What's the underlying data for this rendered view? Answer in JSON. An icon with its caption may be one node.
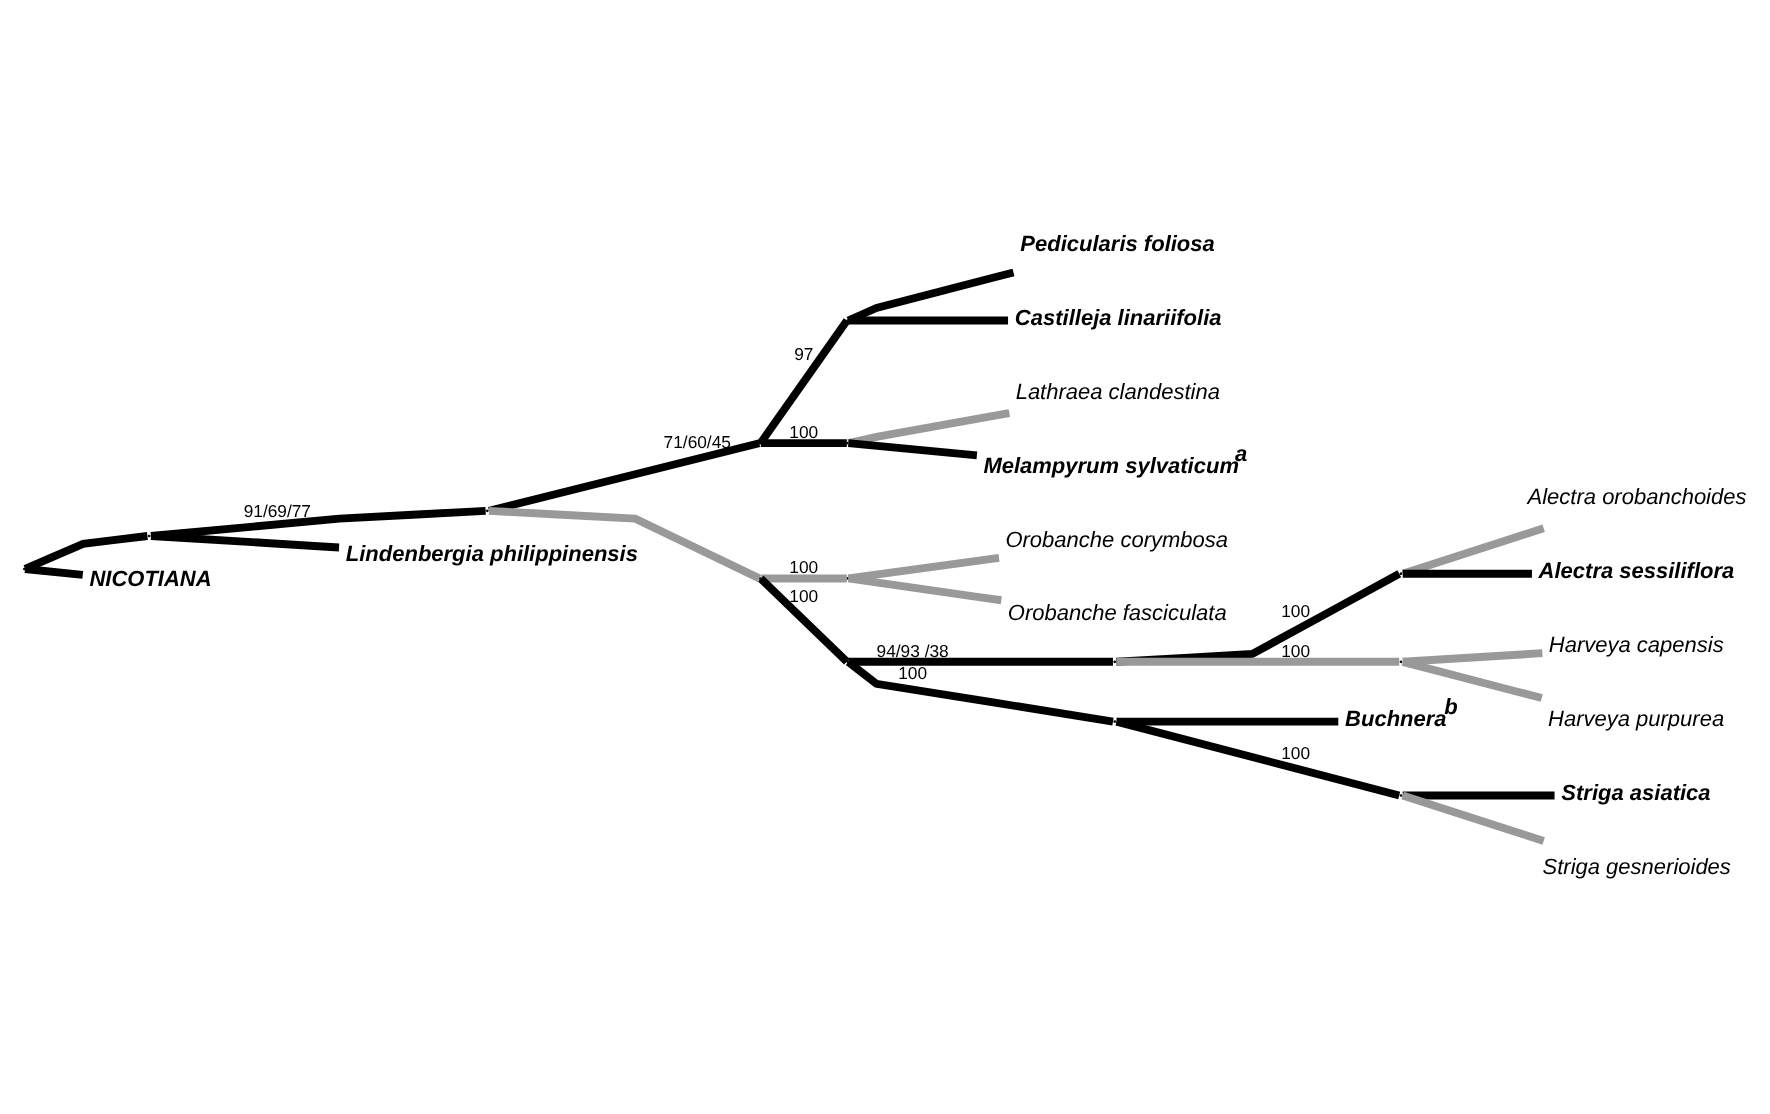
{
  "diagram": {
    "nodes": [
      {
        "text": [
          "Pedicularis foliosa"
        ]
      },
      {
        "text": [
          "Castilleja linariifolia"
        ]
      },
      {
        "text": [
          "Lathraea clandestina"
        ]
      },
      {
        "text": [
          "Melampyrum sylvaticum$^{a}$"
        ]
      },
      {
        "text": [
          "Orobanche corymbosa"
        ]
      },
      {
        "text": [
          "Orobanche fasciculata"
        ]
      },
      {
        "text": [
          "Alectra orobanchoides"
        ]
      },
      {
        "text": [
          "Alectra sessiliflora"
        ]
      },
      {
        "text": [
          "Harveya capensis"
        ]
      },
      {
        "text": [
          "Harveya purpurea"
        ]
      },
      {
        "text": [
          "Buchnera$^{b}$"
        ]
      },
      {
        "text": [
          "Striga asiatica"
        ]
      },
      {
        "text": [
          "Striga gesnerioides"
        ]
      },
      {
        "text": [
          "Lindenbergia philippinensis"
        ]
      },
      {
        "text": [
          "NICOTIANA"
        ]
      },
      {
        "text": [],
        "shape": "point"
      },
      {
        "text": [],
        "shape": "point"
      },
      {
        "text": [],
        "shape": "point"
      },
      {
        "text": [],
        "shape": "point"
      },
      {
        "text": [],
        "shape": "point"
      },
      {
        "text": [],
        "shape": "point"
      },
      {
        "text": [],
        "shape": "point"
      },
      {
        "text": [],
        "shape": "point"
      },
      {
        "text": [],
        "shape": "point"
      },
      {
        "text": [],
        "shape": "point"
      },
      {
        "text": [],
        "shape": "point"
      },
      {
        "text": [],
        "shape": "point"
      },
      {
        "text": [],
        "shape": "point"
      },
      {
        "text": [],
        "shape": "point"
      }
    ],
    "edges": [
      {
        "from": 15,
        "to": 16,
        "arrow": "none"
      },
      {
        "from": 16,
        "to": 17,
        "arrow": "none",
        "label": "91/69/77"
      },
      {
        "from": 17,
        "to": 18,
        "arrow": "none",
        "label": "71/60/45"
      },
      {
        "from": 18,
        "to": 19,
        "arrow": "none",
        "label": "97"
      },
      {
        "from": 19,
        "to": 0,
        "arrow": "none"
      },
      {
        "from": 19,
        "to": 1,
        "arrow": "none"
      },
      {
        "from": 18,
        "to": 20,
        "arrow": "none",
        "label": "100"
      },
      {
        "from": 20,
        "to": 2,
        "arrow": "none",
        "color": "#999999"
      },
      {
        "from": 20,
        "to": 3,
        "arrow": "none"
      },
      {
        "from": 17,
        "to": 21,
        "arrow": "none",
        "color": "#999999"
      },
      {
        "from": 21,
        "to": 22,
        "arrow": "none",
        "label": "100",
        "color": "#999999"
      },
      {
        "from": 22,
        "to": 4,
        "arrow": "none",
        "color": "#999999"
      },
      {
        "from": 22,
        "to": 5,
        "arrow": "none",
        "color": "#999999"
      },
      {
        "from": 21,
        "to": 23,
        "arrow": "none",
        "label": "100"
      },
      {
        "from": 23,
        "to": 24,
        "arrow": "none",
        "label": "94/93 /38"
      },
      {
        "from": 24,
        "to": 25,
        "arrow": "none",
        "label": "100"
      },
      {
        "from": 25,
        "to": 6,
        "arrow": "none",
        "color": "#999999"
      },
      {
        "from": 25,
        "to": 7,
        "arrow": "none"
      },
      {
        "from": 24,
        "to": 26,
        "arrow": "none",
        "label": "100",
        "color": "#999999"
      },
      {
        "from": 26,
        "to": 8,
        "arrow": "none",
        "color": "#999999"
      },
      {
        "from": 26,
        "to": 9,
        "arrow": "none",
        "color": "#999999"
      },
      {
        "from": 23,
        "to": 27,
        "arrow": "none",
        "label": "100"
      },
      {
        "from": 27,
        "to": 10,
        "arrow": "none"
      },
      {
        "from": 27,
        "to": 28,
        "arrow": "none",
        "label": "100"
      },
      {
        "from": 28,
        "to": 11,
        "arrow": "none"
      },
      {
        "from": 28,
        "to": 12,
        "arrow": "none",
        "color": "#999999"
      },
      {
        "from": 16,
        "to": 13,
        "arrow": "none"
      },
      {
        "from": 15,
        "to": 14,
        "arrow": "none"
      }
    ]
  }
}
